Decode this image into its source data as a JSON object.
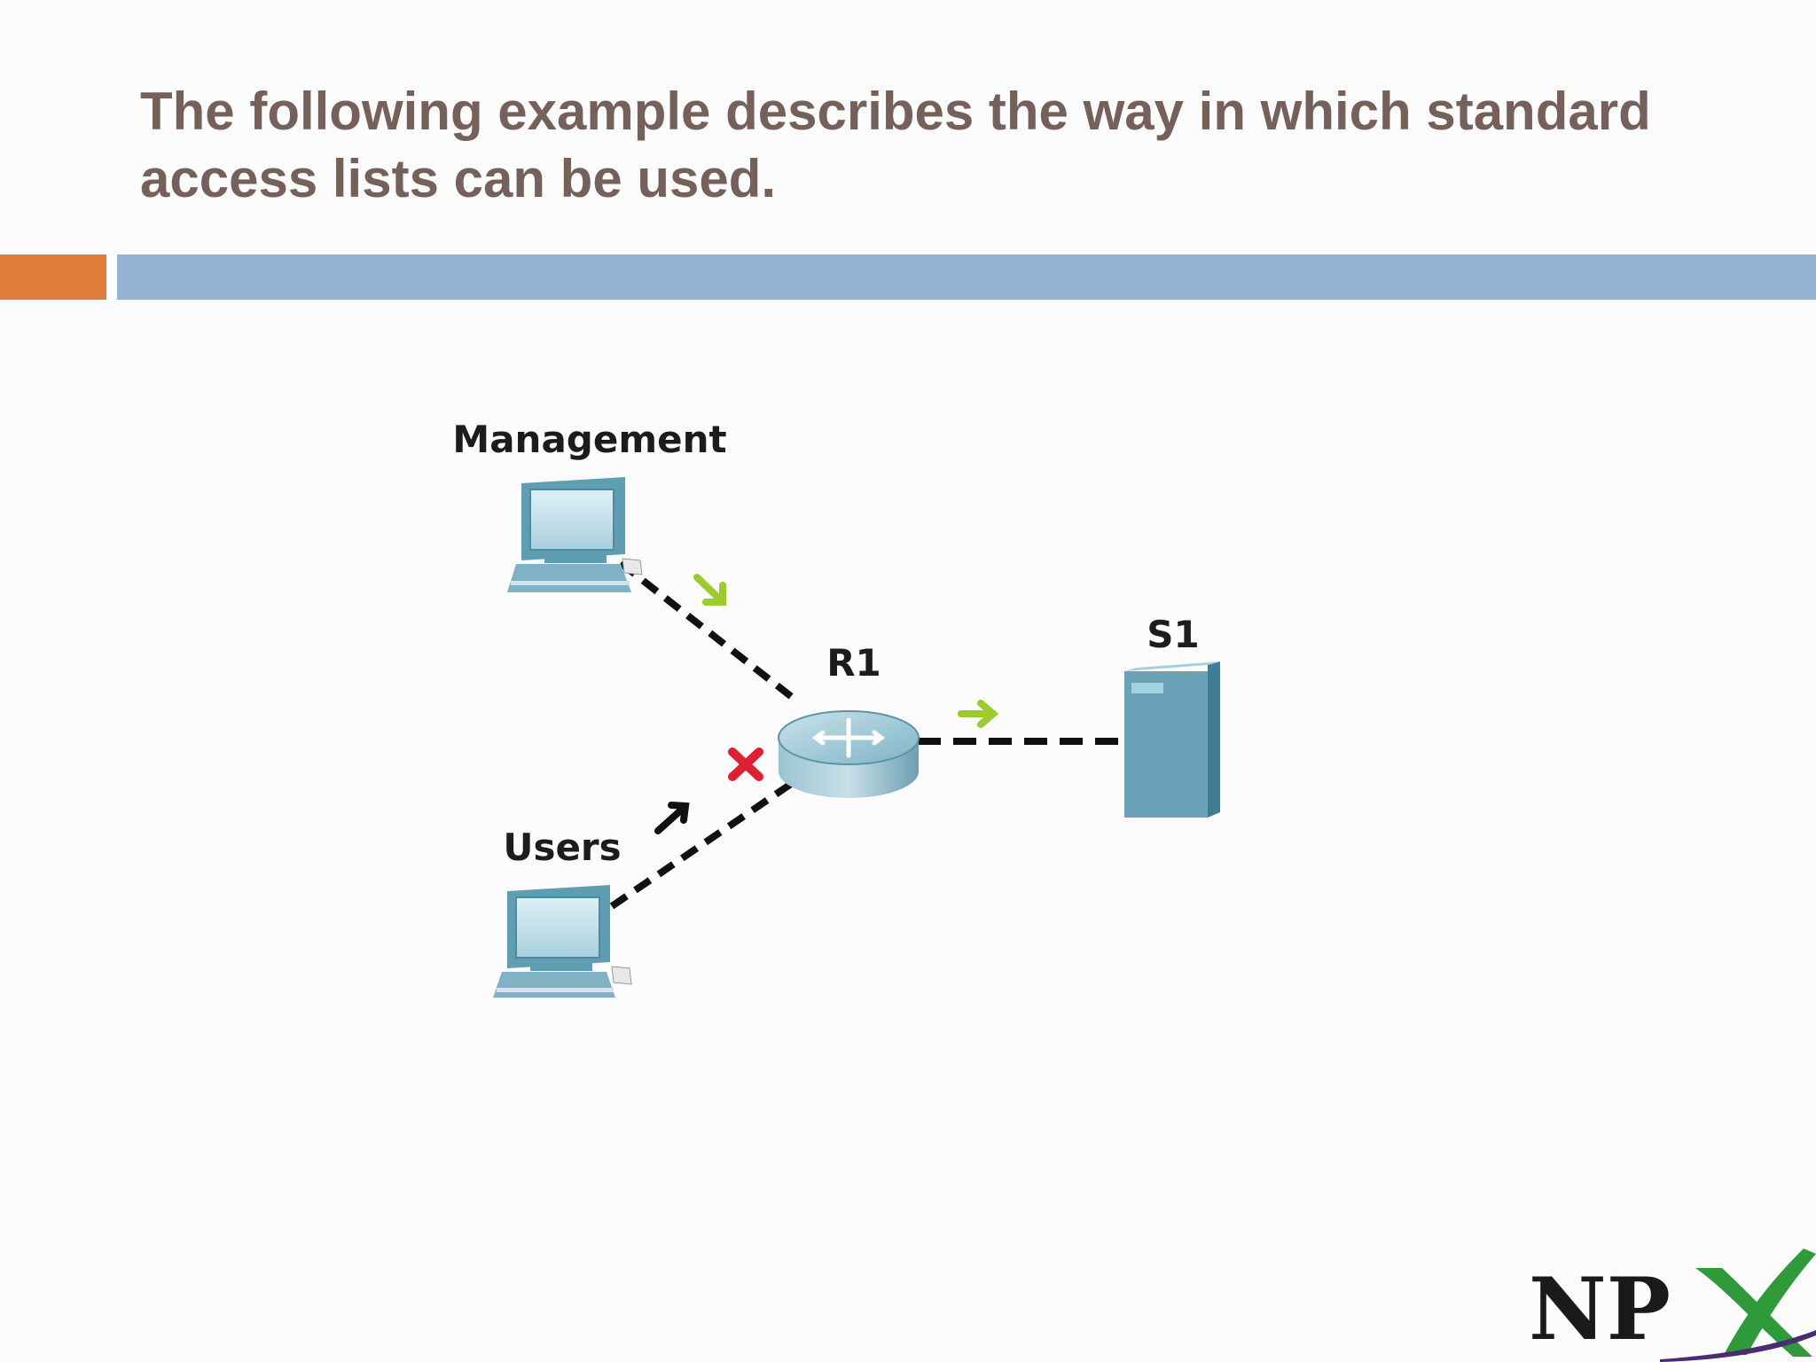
{
  "slide": {
    "title": "The following example describes the way in which standard access lists can be used."
  },
  "diagram": {
    "nodes": {
      "management": {
        "label": "Management",
        "icon": "pc-icon"
      },
      "users": {
        "label": "Users",
        "icon": "pc-icon"
      },
      "router": {
        "label": "R1",
        "icon": "router-icon"
      },
      "server": {
        "label": "S1",
        "icon": "server-icon"
      }
    },
    "links": [
      {
        "from": "Management",
        "to": "R1",
        "style": "dashed",
        "traffic": "permitted"
      },
      {
        "from": "Users",
        "to": "R1",
        "style": "dashed",
        "traffic": "denied"
      },
      {
        "from": "R1",
        "to": "S1",
        "style": "dashed",
        "traffic": "permitted"
      }
    ],
    "colors": {
      "permit_arrow": "#9ccb2c",
      "deny_mark": "#e02030",
      "device": "#6aa3b8",
      "link": "#111111"
    }
  },
  "logo": {
    "text": "NPX",
    "colors": {
      "np": "#1a1a1a",
      "x": "#2e9a3a",
      "underline": "#4a2d6e"
    }
  }
}
